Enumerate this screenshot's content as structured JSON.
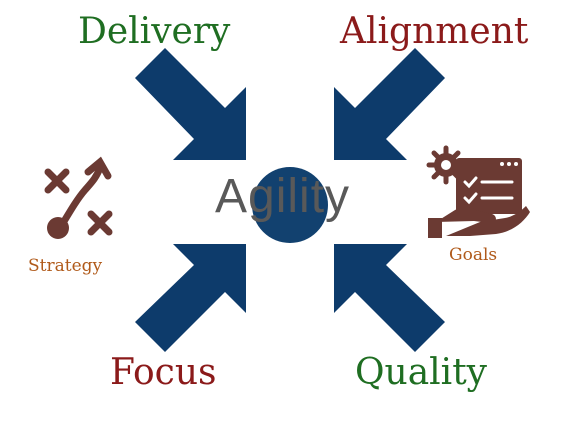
{
  "center": {
    "label": "Agility"
  },
  "corners": {
    "top_left": "Delivery",
    "top_right": "Alignment",
    "bottom_left": "Focus",
    "bottom_right": "Quality"
  },
  "side_icons": {
    "left": {
      "label": "Strategy",
      "icon": "strategy-play-icon"
    },
    "right": {
      "label": "Goals",
      "icon": "goals-gear-checklist-icon"
    }
  },
  "colors": {
    "arrow": "#0d3b6b",
    "circle": "#12416f",
    "green": "#1f6e22",
    "red": "#8b1a1a",
    "icon_brown": "#6b3a33",
    "caption_orange": "#b05a1a",
    "center_text": "#595959"
  }
}
